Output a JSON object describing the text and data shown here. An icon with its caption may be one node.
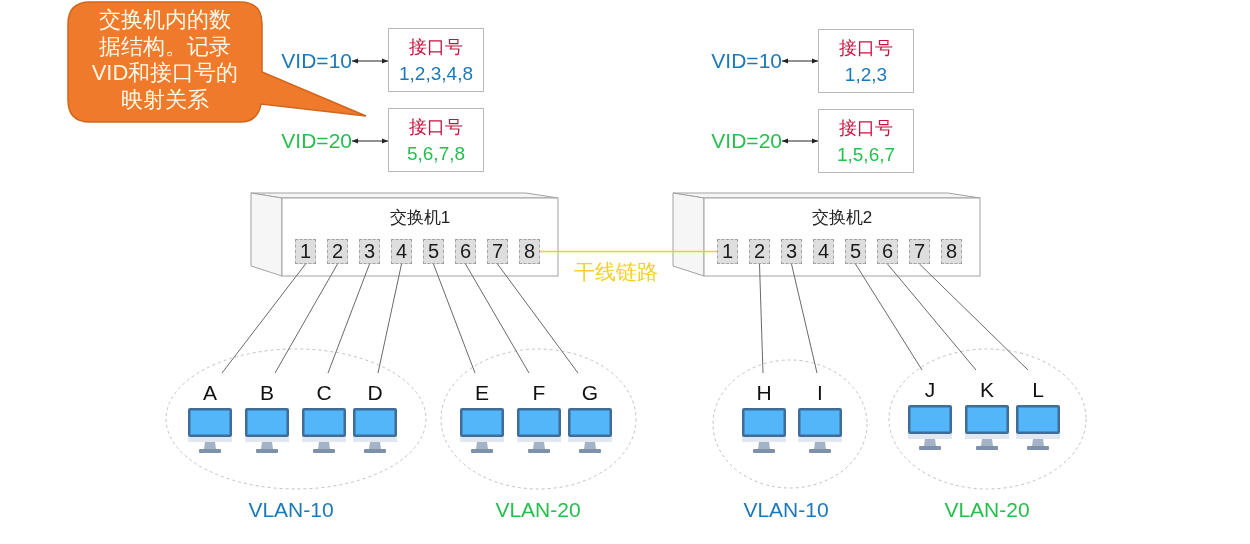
{
  "diagram": {
    "nodes": [
      {
        "text": [
          "交换机内的数据结构。记录VID和接口号的映射关系"
        ]
      },
      {
        "text": [
          "VID=10"
        ]
      },
      {
        "text": [
          "接口号",
          "1,2,3,4,8"
        ]
      },
      {
        "text": [
          "VID=20"
        ]
      },
      {
        "text": [
          "接口号",
          "5,6,7,8"
        ]
      },
      {
        "text": [
          "VID=10"
        ]
      },
      {
        "text": [
          "接口号",
          "1,2,3"
        ]
      },
      {
        "text": [
          "VID=20"
        ]
      },
      {
        "text": [
          "接口号",
          "1,5,6,7"
        ]
      },
      {
        "text": [
          "交换机1"
        ]
      },
      {
        "text": [
          "1"
        ],
        "in": 9
      },
      {
        "text": [
          "2"
        ],
        "in": 9
      },
      {
        "text": [
          "3"
        ],
        "in": 9
      },
      {
        "text": [
          "4"
        ],
        "in": 9
      },
      {
        "text": [
          "5"
        ],
        "in": 9
      },
      {
        "text": [
          "6"
        ],
        "in": 9
      },
      {
        "text": [
          "7"
        ],
        "in": 9
      },
      {
        "text": [
          "8"
        ],
        "in": 9
      },
      {
        "text": [
          "交换机2"
        ]
      },
      {
        "text": [
          "1"
        ],
        "in": 18
      },
      {
        "text": [
          "2"
        ],
        "in": 18
      },
      {
        "text": [
          "3"
        ],
        "in": 18
      },
      {
        "text": [
          "4"
        ],
        "in": 18
      },
      {
        "text": [
          "5"
        ],
        "in": 18
      },
      {
        "text": [
          "6"
        ],
        "in": 18
      },
      {
        "text": [
          "7"
        ],
        "in": 18
      },
      {
        "text": [
          "8"
        ],
        "in": 18
      },
      {
        "text": [
          "VLAN-10"
        ]
      },
      {
        "text": [
          "A"
        ],
        "in": 27
      },
      {
        "text": [
          "B"
        ],
        "in": 27
      },
      {
        "text": [
          "C"
        ],
        "in": 27
      },
      {
        "text": [
          "D"
        ],
        "in": 27
      },
      {
        "text": [
          "VLAN-20"
        ]
      },
      {
        "text": [
          "E"
        ],
        "in": 32
      },
      {
        "text": [
          "F"
        ],
        "in": 32
      },
      {
        "text": [
          "G"
        ],
        "in": 32
      },
      {
        "text": [
          "VLAN-10"
        ]
      },
      {
        "text": [
          "H"
        ],
        "in": 36
      },
      {
        "text": [
          "I"
        ],
        "in": 36
      },
      {
        "text": [
          "VLAN-20"
        ]
      },
      {
        "text": [
          "J"
        ],
        "in": 39
      },
      {
        "text": [
          "K"
        ],
        "in": 39
      },
      {
        "text": [
          "L"
        ],
        "in": 39
      }
    ],
    "edges": [
      {
        "from": 1,
        "to": 2,
        "arrow": "both"
      },
      {
        "from": 3,
        "to": 4,
        "arrow": "both"
      },
      {
        "from": 5,
        "to": 6,
        "arrow": "both"
      },
      {
        "from": 7,
        "to": 8,
        "arrow": "both"
      },
      {
        "from": 17,
        "to": 19,
        "arrow": "none",
        "label": "干线链路",
        "color": "#f7cf1e"
      },
      {
        "from": 10,
        "to": 28,
        "arrow": "none"
      },
      {
        "from": 11,
        "to": 29,
        "arrow": "none"
      },
      {
        "from": 12,
        "to": 30,
        "arrow": "none"
      },
      {
        "from": 13,
        "to": 31,
        "arrow": "none"
      },
      {
        "from": 14,
        "to": 33,
        "arrow": "none"
      },
      {
        "from": 15,
        "to": 34,
        "arrow": "none"
      },
      {
        "from": 16,
        "to": 35,
        "arrow": "none"
      },
      {
        "from": 20,
        "to": 37,
        "arrow": "none"
      },
      {
        "from": 21,
        "to": 38,
        "arrow": "none"
      },
      {
        "from": 23,
        "to": 40,
        "arrow": "none"
      },
      {
        "from": 24,
        "to": 41,
        "arrow": "none"
      },
      {
        "from": 25,
        "to": 42,
        "arrow": "none"
      }
    ]
  }
}
